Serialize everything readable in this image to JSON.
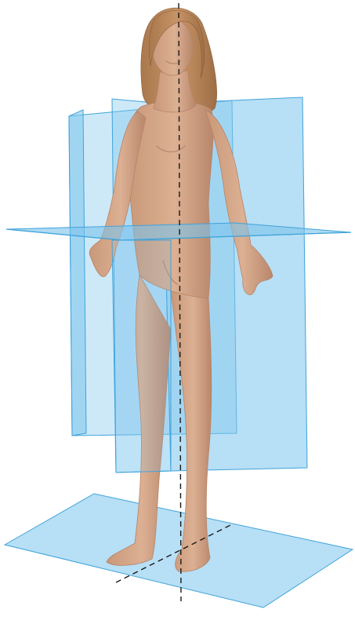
{
  "figure": {
    "subject": "anatomical-planes",
    "colors": {
      "plane_fill": "#7cc4ec",
      "plane_edge": "#3fa3da",
      "skin": "#d7a98c",
      "skin_shadow": "#b78367",
      "hair": "#b58356",
      "axis_line": "#1a1a1a",
      "background": "#ffffff"
    },
    "elements": [
      {
        "name": "frontal-plane",
        "kind": "plane"
      },
      {
        "name": "sagittal-plane",
        "kind": "plane"
      },
      {
        "name": "transverse-plane",
        "kind": "plane"
      },
      {
        "name": "ground-plane",
        "kind": "plane"
      },
      {
        "name": "human-figure",
        "kind": "illustration"
      },
      {
        "name": "vertical-axis",
        "kind": "dashed-line"
      },
      {
        "name": "horizontal-axis",
        "kind": "dashed-line"
      }
    ]
  }
}
